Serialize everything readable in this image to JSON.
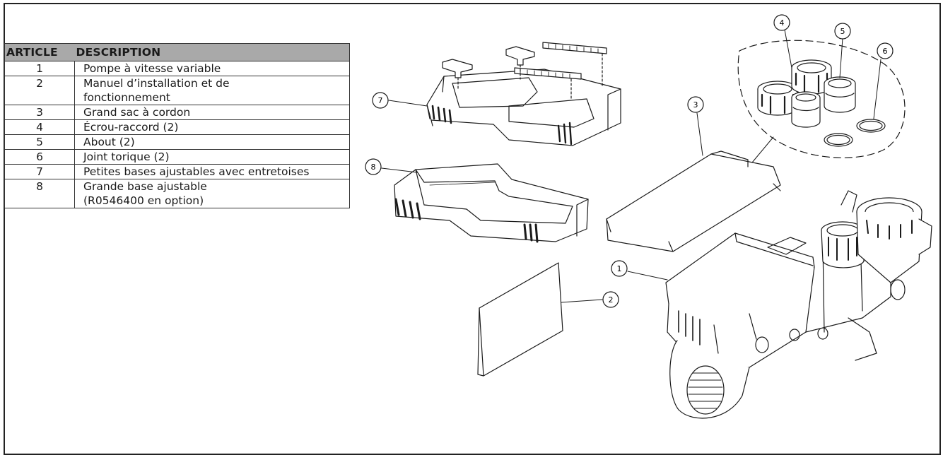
{
  "table": {
    "headers": {
      "article": "ARTICLE",
      "description": "DESCRIPTION"
    },
    "rows": [
      {
        "num": "1",
        "lines": [
          "Pompe à vitesse variable"
        ]
      },
      {
        "num": "2",
        "lines": [
          "Manuel d’installation et de",
          "fonctionnement"
        ]
      },
      {
        "num": "3",
        "lines": [
          "Grand sac à cordon"
        ]
      },
      {
        "num": "4",
        "lines": [
          "Écrou-raccord (2)"
        ]
      },
      {
        "num": "5",
        "lines": [
          "About (2)"
        ]
      },
      {
        "num": "6",
        "lines": [
          "Joint torique (2)"
        ]
      },
      {
        "num": "7",
        "lines": [
          "Petites bases ajustables avec entretoises"
        ]
      },
      {
        "num": "8",
        "lines": [
          "Grande base ajustable",
          "(R0546400 en option)"
        ]
      }
    ]
  },
  "callouts": [
    "1",
    "2",
    "3",
    "4",
    "5",
    "6",
    "7",
    "8"
  ]
}
